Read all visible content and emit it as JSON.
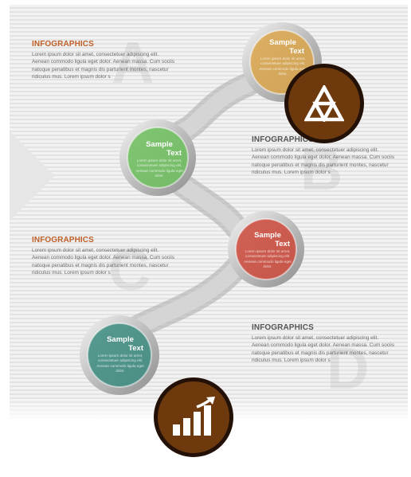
{
  "blocks": [
    {
      "key": "A",
      "title": "INFOGRAPHICS",
      "body": "Lorem ipsum dolor sit amet, consectetuer adipiscing elit. Aenean commodo ligula eget dolor. Aenean massa. Cum sociis natoque penatibus et magnis dis parturient montes, nascetur ridiculus mus. Lorem ipsum dolor s"
    },
    {
      "key": "B",
      "title": "INFOGRAPHICS",
      "body": "Lorem ipsum dolor sit amet, consectetuer adipiscing elit. Aenean commodo ligula eget dolor. Aenean massa. Cum sociis natoque penatibus et magnis dis parturient montes, nascetur ridiculus mus. Lorem ipsum dolor s"
    },
    {
      "key": "C",
      "title": "INFOGRAPHICS",
      "body": "Lorem ipsum dolor sit amet, consectetuer adipiscing elit. Aenean commodo ligula eget dolor. Aenean massa. Cum sociis natoque penatibus et magnis dis parturient montes, nascetur ridiculus mus. Lorem ipsum dolor s"
    },
    {
      "key": "D",
      "title": "INFOGRAPHICS",
      "body": "Lorem ipsum dolor sit amet, consectetuer adipiscing elit. Aenean commodo ligula eget dolor. Aenean massa. Cum sociis natoque penatibus et magnis dis parturient montes, nascetur ridiculus mus. Lorem ipsum dolor s"
    }
  ],
  "letters": {
    "a": "A",
    "b": "B",
    "c": "C",
    "d": "D"
  },
  "circles": [
    {
      "color": "#d9a54a",
      "sample": "Sample",
      "text": "Text",
      "body": "Lorem ipsum dolor sit amet, consectetuer adipiscing elit. Aenean commodo ligula eget dolor."
    },
    {
      "color": "#6fbf5e",
      "sample": "Sample",
      "text": "Text",
      "body": "Lorem ipsum dolor sit amet, consectetuer adipiscing elit. Aenean commodo ligula eget dolor."
    },
    {
      "color": "#cc4a3b",
      "sample": "Sample",
      "text": "Text",
      "body": "Lorem ipsum dolor sit amet, consectetuer adipiscing elit. Aenean commodo ligula eget dolor."
    },
    {
      "color": "#3c8c80",
      "sample": "Sample",
      "text": "Text",
      "body": "Lorem ipsum dolor sit amet, consectetuer adipiscing elit. Aenean commodo ligula eget dolor."
    }
  ],
  "badges": {
    "top": {
      "icon": "triangle-triforce-icon",
      "bg": "#6e3a0d",
      "border": "#231006"
    },
    "bottom": {
      "icon": "growth-chart-icon",
      "bg": "#6e3a0d",
      "border": "#231006"
    }
  },
  "colors": {
    "title_orange": "#c0602a",
    "title_gray": "#555555",
    "body_gray": "#6b6b6b"
  }
}
